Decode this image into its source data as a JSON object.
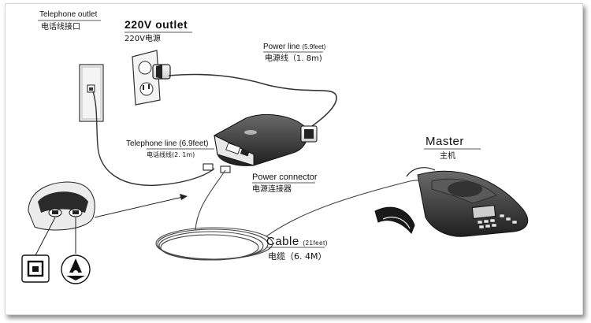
{
  "labels": {
    "telephone_outlet_en": "Telephone outlet",
    "telephone_outlet_cn": "电话线接口",
    "power_outlet_en": "220V outlet",
    "power_outlet_cn": "220V电源",
    "power_line_en": "Power line",
    "power_line_len_en": "(5.9feet)",
    "power_line_cn": "电源线（1. 8m)",
    "telephone_line_en": "Telephone line (6.9feet)",
    "telephone_line_cn": "电话线线(2. 1m)",
    "power_connector_en": "Power connector",
    "power_connector_cn": "电源连接器",
    "master_en": "Master",
    "master_cn": "主机",
    "cable_en": "Cable",
    "cable_len_en": "(21feet)",
    "cable_cn": "电缆（6. 4M）"
  },
  "icons": [
    "telephone-jack-icon",
    "power-adapter-icon",
    "conference-phone-icon",
    "phone-port-symbol-icon",
    "power-port-symbol-icon"
  ]
}
